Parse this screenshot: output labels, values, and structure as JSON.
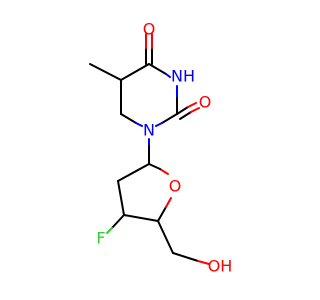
{
  "atoms": {
    "ring_o_top": {
      "label": "O",
      "color": "#ff0000"
    },
    "nh": {
      "label": "NH",
      "color": "#0000ff"
    },
    "ring_o_right": {
      "label": "O",
      "color": "#ff0000"
    },
    "n1": {
      "label": "N",
      "color": "#0000ff"
    },
    "furanose_o": {
      "label": "O",
      "color": "#ff0000"
    },
    "fluoro": {
      "label": "F",
      "color": "#33cc33"
    },
    "hydroxyl": {
      "label": "OH",
      "color": "#ff0000"
    }
  }
}
